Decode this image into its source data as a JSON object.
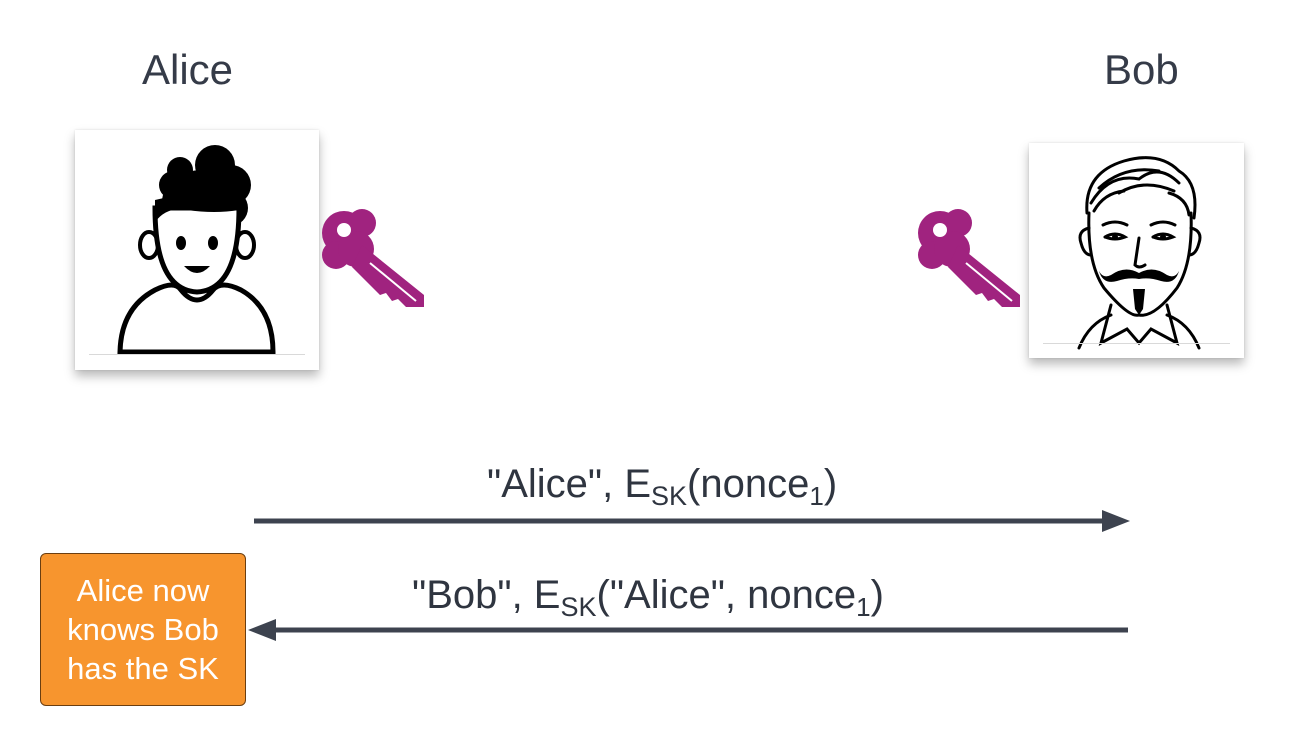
{
  "participants": {
    "alice": {
      "name": "Alice"
    },
    "bob": {
      "name": "Bob"
    }
  },
  "icons": {
    "alice_avatar": "alice-avatar-icon",
    "bob_avatar": "bob-avatar-icon",
    "key": "key-icon"
  },
  "colors": {
    "key": "#a0237f",
    "arrow": "#3d434f",
    "note_fill": "#f7952e",
    "text": "#333a45"
  },
  "messages": [
    {
      "prefix": "\"Alice\", E",
      "sub": "SK",
      "body": "(nonce",
      "body_sub": "1",
      "suffix": ")",
      "direction": "alice-to-bob"
    },
    {
      "prefix": "\"Bob\", E",
      "sub": "SK",
      "body": "(\"Alice\", nonce",
      "body_sub": "1",
      "suffix": ")",
      "direction": "bob-to-alice"
    }
  ],
  "note": {
    "text": "Alice now knows Bob has the SK"
  }
}
